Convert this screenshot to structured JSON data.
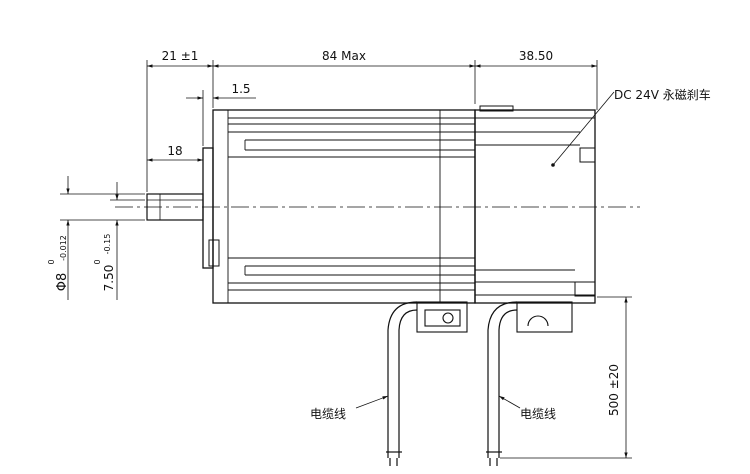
{
  "dimensions": {
    "shaft_length": "21 ±1",
    "body_length": "84 Max",
    "brake_length": "38.50",
    "flange_thickness": "1.5",
    "key_length": "18",
    "shaft_diameter": "Φ8",
    "shaft_diameter_tol_upper": "0",
    "shaft_diameter_tol_lower": "-0.012",
    "flat_height": "7.50",
    "flat_height_tol_upper": "0",
    "flat_height_tol_lower": "-0.15",
    "cable_length": "500 ±20"
  },
  "labels": {
    "brake": "DC 24V 永磁刹车",
    "cable_left": "电缆线",
    "cable_right": "电缆线"
  }
}
